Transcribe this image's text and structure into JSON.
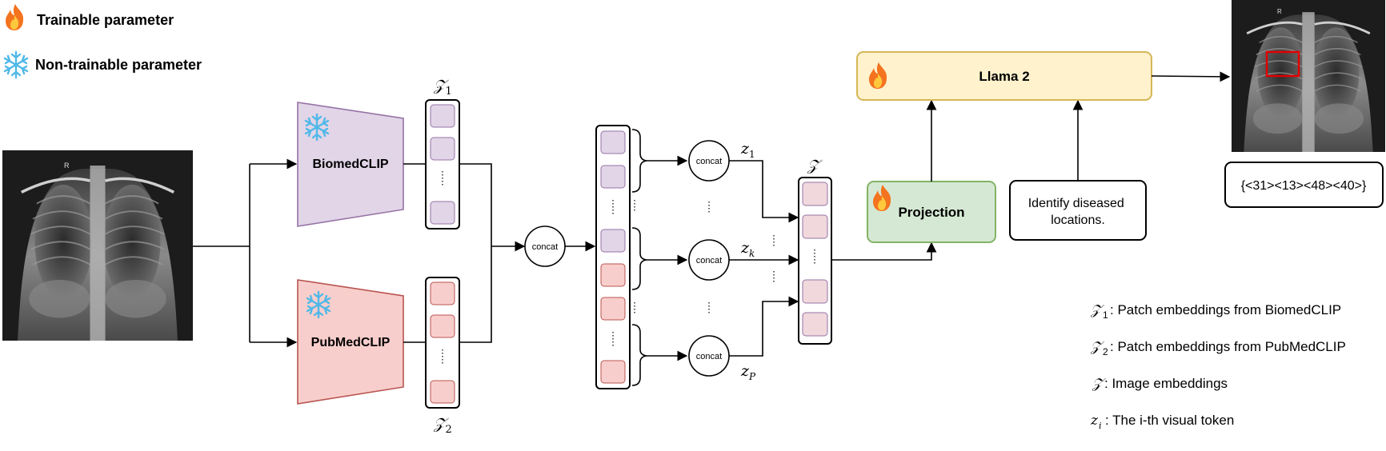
{
  "key": {
    "trainable": "Trainable parameter",
    "non_trainable": "Non-trainable parameter"
  },
  "encoders": {
    "biomed": "BiomedCLIP",
    "pubmed": "PubMedCLIP"
  },
  "concat_label": "concat",
  "symbols": {
    "z1_cap": "𝒵",
    "z1_sub": "1",
    "z2_cap": "𝒵",
    "z2_sub": "2",
    "z_cap": "𝒵",
    "zi_1": "z",
    "zi_1_sub": "1",
    "zi_k": "z",
    "zi_k_sub": "k",
    "zi_p": "z",
    "zi_p_sub": "P"
  },
  "projection_label": "Projection",
  "llama_label": "Llama 2",
  "prompt_text": "Identify diseased locations.",
  "output_text": "{<31><13><48><40>}",
  "xray_marker": "R",
  "legend": [
    {
      "symbol": "𝒵",
      "sub": "1",
      "text": ": Patch embeddings from BiomedCLIP"
    },
    {
      "symbol": "𝒵",
      "sub": "2",
      "text": ": Patch embeddings from PubMedCLIP"
    },
    {
      "symbol": "𝒵",
      "sub": "",
      "text": " : Image embeddings"
    },
    {
      "symbol": "z",
      "sub": "i",
      "text": " : The i-th visual token"
    }
  ],
  "colors": {
    "biomed_fill": "#e1d5e7",
    "biomed_stroke": "#9673a6",
    "pubmed_fill": "#f8cecc",
    "pubmed_stroke": "#b85450",
    "projection_fill": "#d5e8d4",
    "projection_stroke": "#82b366",
    "llama_fill": "#fff2cc",
    "llama_stroke": "#d6b656",
    "snow": "#4fb8e8",
    "bbox": "#e00000"
  },
  "icons": [
    "fire-icon",
    "snowflake-icon"
  ]
}
